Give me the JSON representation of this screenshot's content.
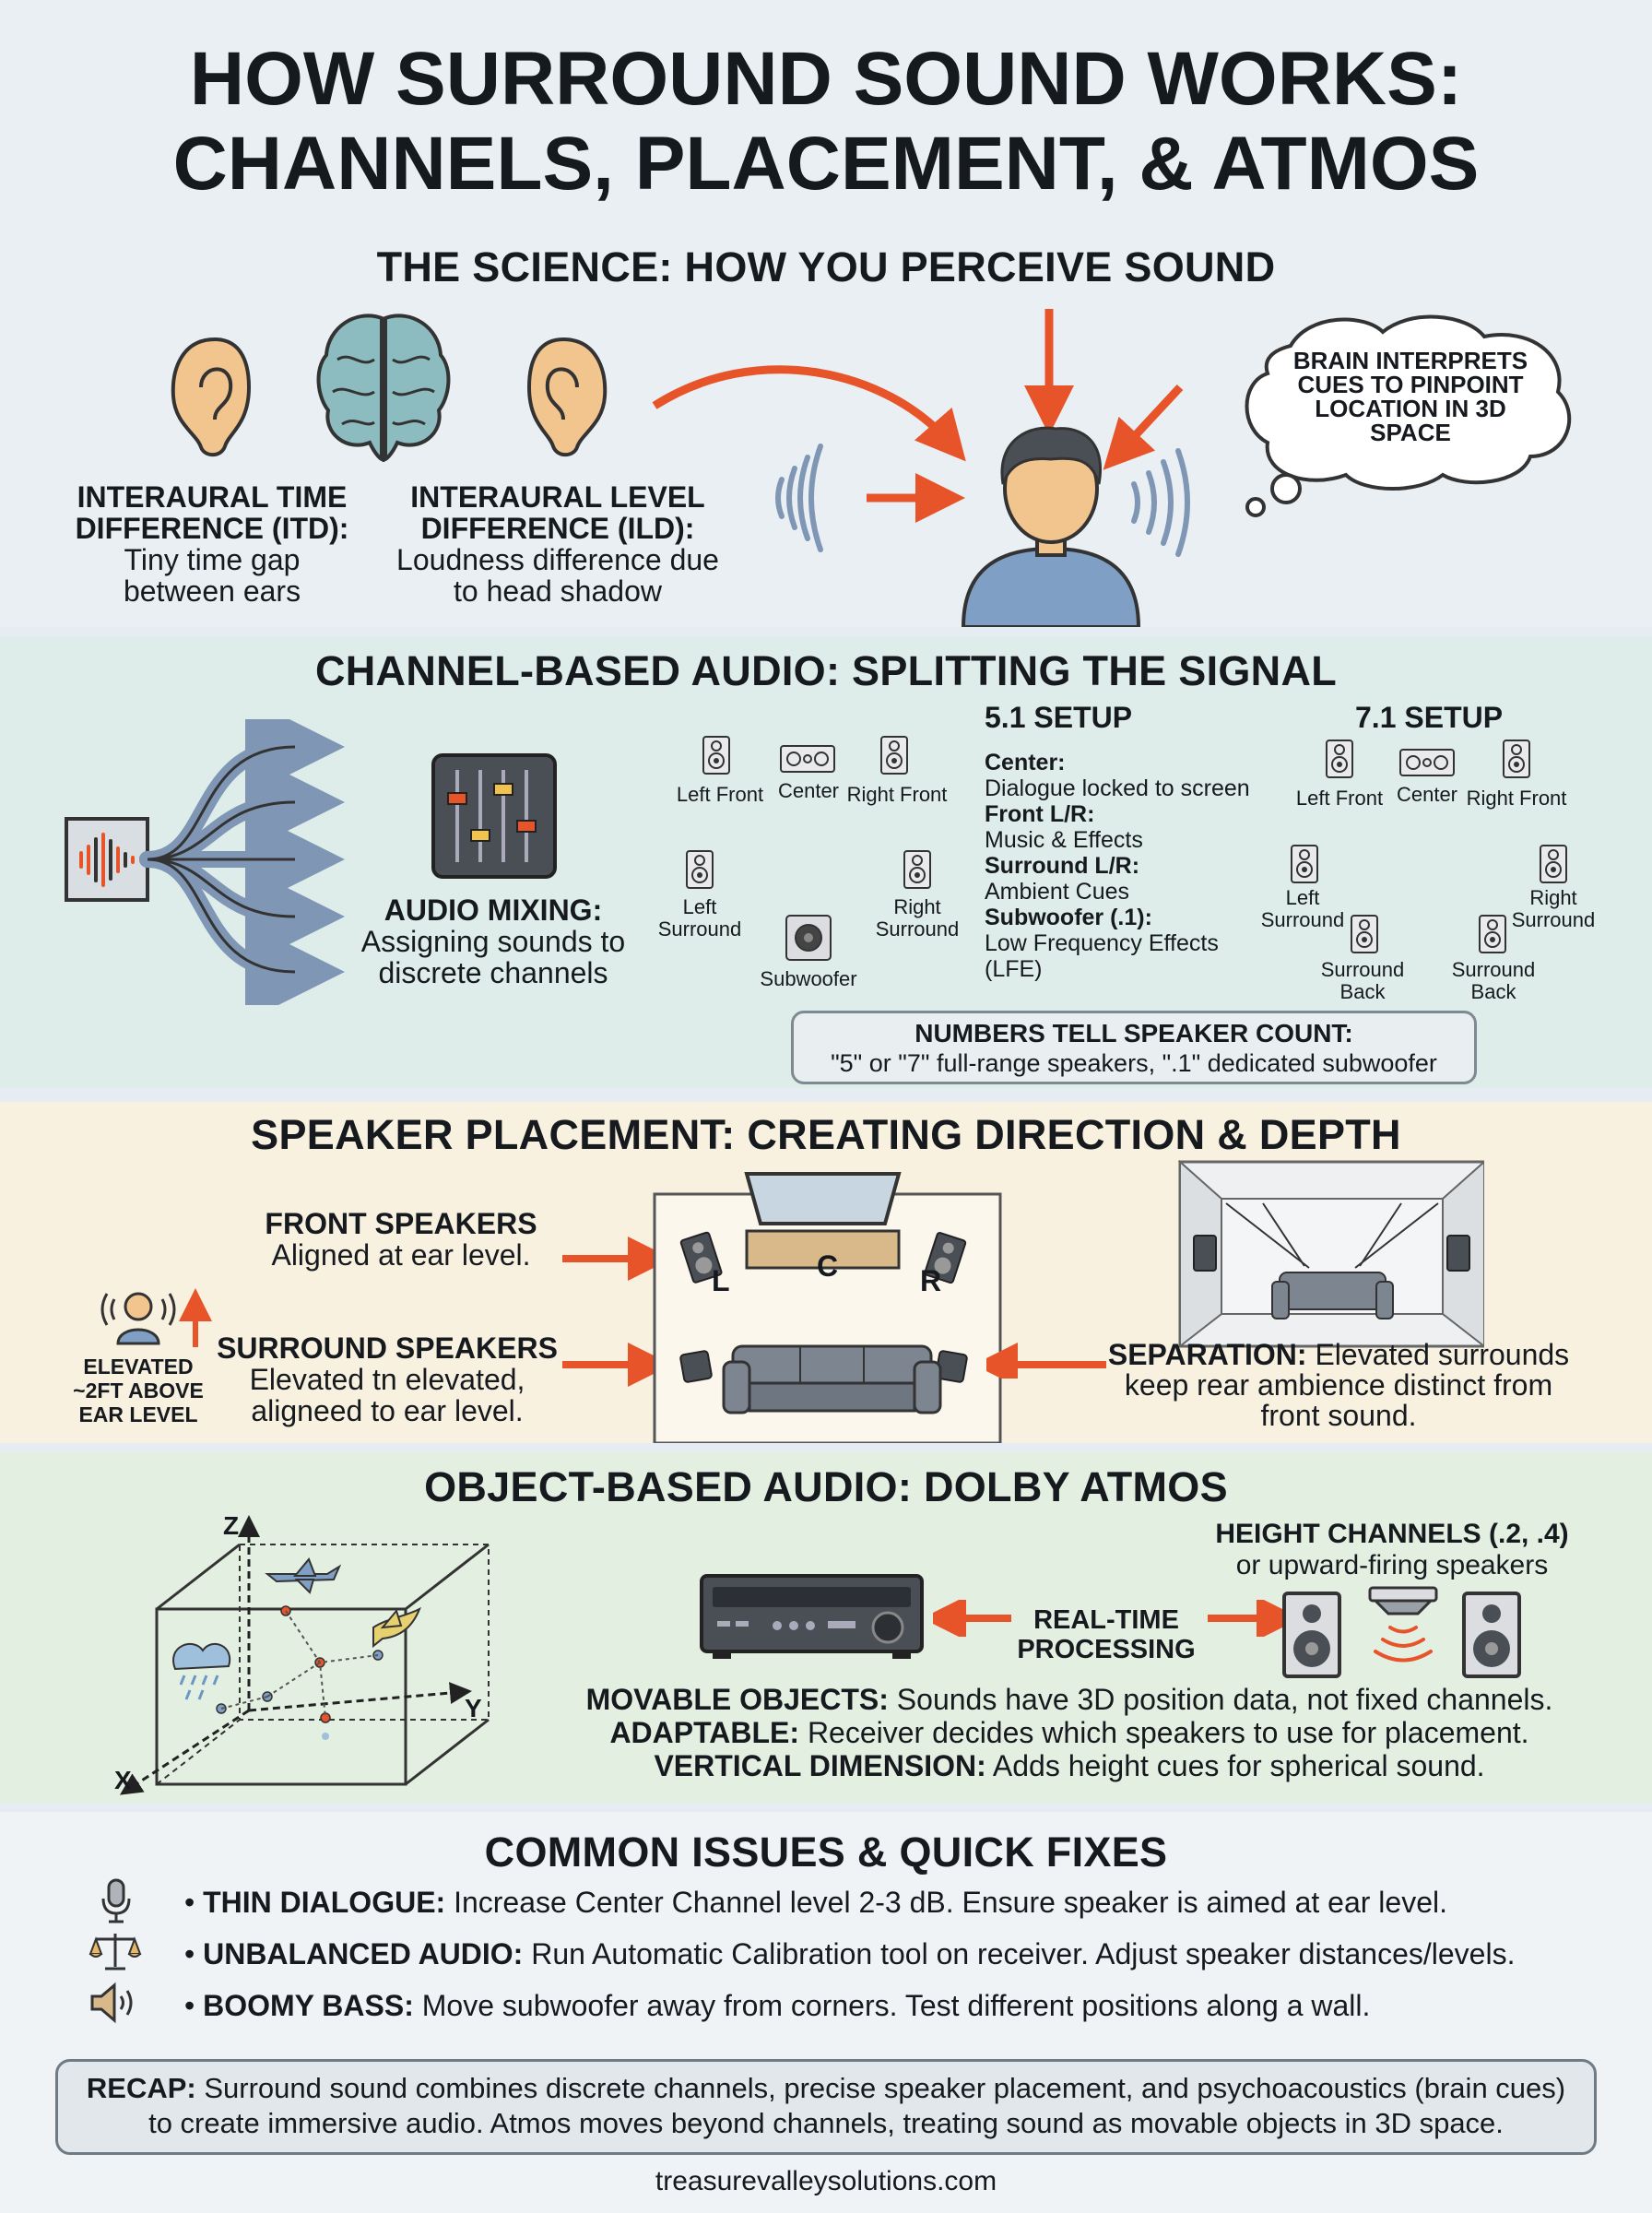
{
  "title": {
    "line1": "HOW SURROUND SOUND WORKS:",
    "line2": "CHANNELS, PLACEMENT, & ATMOS"
  },
  "science": {
    "heading": "THE SCIENCE: HOW YOU PERCEIVE SOUND",
    "itd_title": "INTERAURAL TIME DIFFERENCE (ITD):",
    "itd_text": "Tiny time gap between ears",
    "ild_title": "INTERAURAL LEVEL DIFFERENCE (ILD):",
    "ild_text": "Loudness difference due to head shadow",
    "bubble": "BRAIN INTERPRETS CUES TO PINPOINT LOCATION IN 3D SPACE"
  },
  "channel": {
    "heading": "CHANNEL-BASED AUDIO: SPLITTING THE SIGNAL",
    "mixing_title": "AUDIO MIXING:",
    "mixing_text": "Assigning sounds to discrete channels",
    "setup51": {
      "heading": "5.1 SETUP",
      "speakers": {
        "lf": "Left Front",
        "center": "Center",
        "rf": "Right Front",
        "ls": "Left Surround",
        "rs": "Right Surround",
        "sub": "Subwoofer"
      },
      "items": [
        {
          "label": "Center:",
          "text": "Dialogue locked to screen"
        },
        {
          "label": "Front L/R:",
          "text": "Music & Effects"
        },
        {
          "label": "Surround L/R:",
          "text": "Ambient Cues"
        },
        {
          "label": "Subwoofer (.1):",
          "text": "Low Frequency Effects (LFE)"
        }
      ]
    },
    "setup71": {
      "heading": "7.1 SETUP",
      "speakers": {
        "lf": "Left Front",
        "center": "Center",
        "rf": "Right Front",
        "ls": "Left Surround",
        "rs": "Right Surround",
        "lb": "Surround Back",
        "rb": "Surround Back"
      }
    },
    "count_title": "NUMBERS TELL SPEAKER COUNT:",
    "count_text": "\"5\" or \"7\" full-range speakers, \".1\" dedicated subwoofer"
  },
  "placement": {
    "heading": "SPEAKER PLACEMENT: CREATING DIRECTION & DEPTH",
    "front_title": "FRONT SPEAKERS",
    "front_text": "Aligned at ear level.",
    "surround_title": "SURROUND SPEAKERS",
    "surround_text": "Elevated tn elevated, aligneed to ear level.",
    "elevated": "ELEVATED ~2FT ABOVE EAR LEVEL",
    "l": "L",
    "c": "C",
    "r": "R",
    "separation_title": "SEPARATION:",
    "separation_text": "Elevated surrounds keep rear ambience distinct from front sound."
  },
  "atmos": {
    "heading": "OBJECT-BASED AUDIO: DOLBY ATMOS",
    "axis_z": "Z",
    "axis_y": "Y",
    "axis_x": "X",
    "processing": "REAL-TIME PROCESSING",
    "height_title": "HEIGHT CHANNELS (.2, .4)",
    "height_text": "or upward-firing speakers",
    "points": [
      {
        "label": "MOVABLE OBJECTS:",
        "text": "Sounds have 3D position data, not fixed channels."
      },
      {
        "label": "ADAPTABLE:",
        "text": "Receiver decides which speakers to use for placement."
      },
      {
        "label": "VERTICAL DIMENSION:",
        "text": "Adds height cues for spherical sound."
      }
    ]
  },
  "issues": {
    "heading": "COMMON ISSUES & QUICK FIXES",
    "items": [
      {
        "icon": "microphone-icon",
        "label": "THIN DIALOGUE:",
        "text": "Increase Center Channel level 2-3 dB. Ensure speaker is aimed at ear level."
      },
      {
        "icon": "scale-icon",
        "label": "UNBALANCED AUDIO:",
        "text": "Run Automatic Calibration tool on receiver. Adjust speaker distances/levels."
      },
      {
        "icon": "speaker-volume-icon",
        "label": "BOOMY BASS:",
        "text": "Move subwoofer away from corners. Test different positions along a wall."
      }
    ]
  },
  "recap": {
    "label": "RECAP:",
    "text": "Surround sound combines discrete channels, precise speaker placement, and psychoacoustics (brain cues) to create immersive audio. Atmos moves beyond channels, treating sound as movable objects in 3D space."
  },
  "footer": "treasurevalleysolutions.com",
  "colors": {
    "arrow": "#e8542a",
    "ear": "#f3c58e",
    "brain": "#8cbcbf",
    "shirt": "#7f9fc4",
    "speaker": "#4a4f56"
  }
}
